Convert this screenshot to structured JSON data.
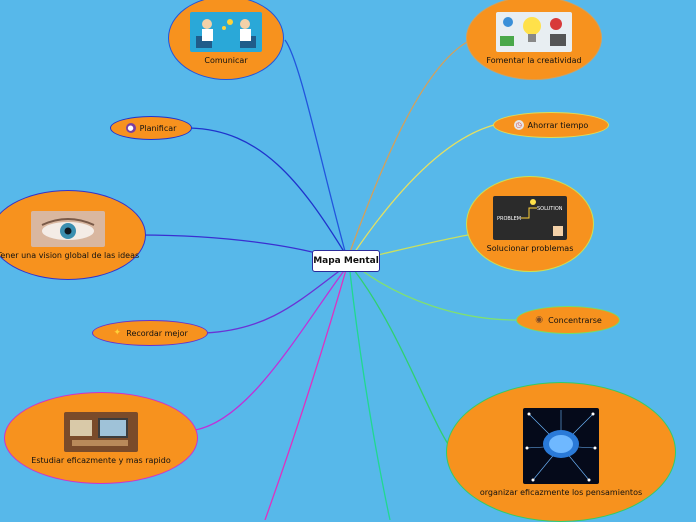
{
  "center": {
    "label": "Mapa Mental"
  },
  "nodes": {
    "comunicar": {
      "label": "Comunicar",
      "icon": "people-chat-icon",
      "border": "#2255dd"
    },
    "planificar": {
      "label": "Planificar",
      "icon": "shield-icon",
      "border": "#2233cc"
    },
    "vision": {
      "label": "Tener una vision global de las ideas",
      "icon": "eye-icon",
      "border": "#3333cc"
    },
    "recordar": {
      "label": "Recordar mejor",
      "icon": "ribbon-icon",
      "border": "#6633cc"
    },
    "estudiar": {
      "label": "Estudiar eficazmente y mas rapido",
      "icon": "study-desk-icon",
      "border": "#cc33cc"
    },
    "creatividad": {
      "label": "Fomentar la creatividad",
      "icon": "lightbulb-icon",
      "border": "#d4a05a"
    },
    "ahorrar": {
      "label": "Ahorrar tiempo",
      "icon": "clock-icon",
      "border": "#e0dd55"
    },
    "solucionar": {
      "label": "Solucionar problemas",
      "icon": "chalkboard-icon",
      "border": "#cce055"
    },
    "concentrarse": {
      "label": "Concentrarse",
      "icon": "target-icon",
      "border": "#77dd66"
    },
    "organizar": {
      "label": "organizar eficazmente los pensamientos",
      "icon": "brain-icon",
      "border": "#33cc66"
    }
  },
  "colors": {
    "background": "#57b8ea",
    "node_fill": "#f7921e",
    "center_fill": "#ffffff"
  }
}
